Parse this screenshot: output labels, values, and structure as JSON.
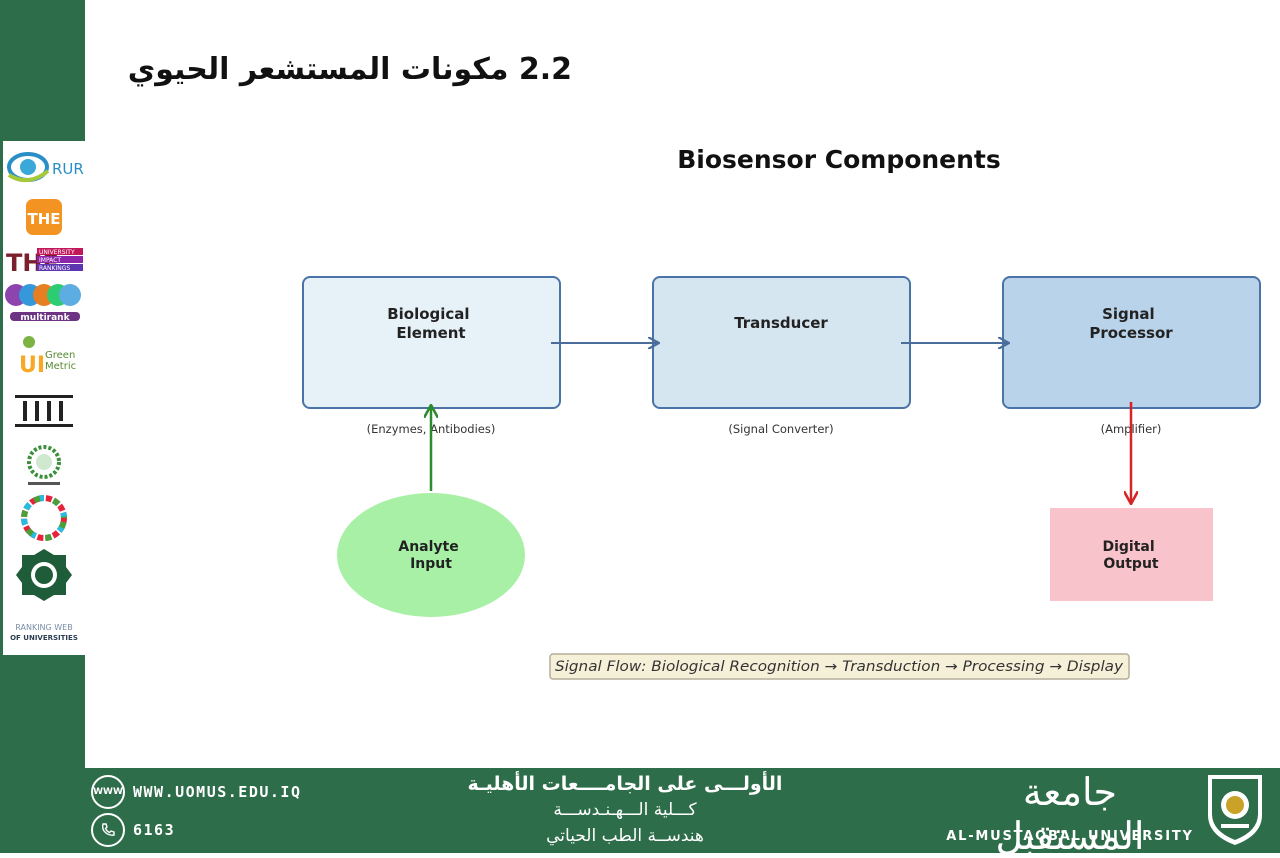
{
  "slide": {
    "heading": "2.2 مكونات المستشعر الحيوي"
  },
  "diagram": {
    "title": "Biosensor Components",
    "nodes": [
      {
        "id": "biological",
        "lines": [
          "Biological",
          "Element"
        ],
        "caption": "(Enzymes, Antibodies)",
        "fill": "#e7f2f8",
        "stroke": "#4a73a8"
      },
      {
        "id": "transducer",
        "lines": [
          "Transducer"
        ],
        "caption": "(Signal Converter)",
        "fill": "#d5e6f1",
        "stroke": "#4a73a8"
      },
      {
        "id": "processor",
        "lines": [
          "Signal",
          "Processor"
        ],
        "caption": "(Amplifier)",
        "fill": "#b9d3ea",
        "stroke": "#4a73a8"
      },
      {
        "id": "analyte",
        "lines": [
          "Analyte",
          "Input"
        ],
        "fill": "#a8f0a5"
      },
      {
        "id": "output",
        "lines": [
          "Digital",
          "Output"
        ],
        "fill": "#f8c3cb"
      }
    ],
    "flow_note": "Signal Flow: Biological Recognition → Transduction → Processing → Display",
    "colors": {
      "flow_arrow": "#4a6d9c",
      "input_arrow": "#2e8b2e",
      "output_arrow": "#d62424",
      "note_fill": "#f7f0d9",
      "note_stroke": "#b4ad9a"
    }
  },
  "sidebar": {
    "logos": [
      {
        "icon": "rur-logo-icon",
        "text": "RUR"
      },
      {
        "icon": "the-logo-icon",
        "text": "THE"
      },
      {
        "icon": "the-impact-logo-icon",
        "text": "THE",
        "lines": [
          "UNIVERSITY",
          "IMPACT",
          "RANKINGS"
        ]
      },
      {
        "icon": "multirank-logo-icon",
        "text": "multirank"
      },
      {
        "icon": "ui-greenmetric-logo-icon",
        "text": "UI",
        "lines": [
          "Green",
          "Metric"
        ]
      },
      {
        "icon": "institution-columns-icon"
      },
      {
        "icon": "arab-universities-logo-icon"
      },
      {
        "icon": "sdg-goals-logo-icon"
      },
      {
        "icon": "arab-engineers-federation-logo-icon"
      },
      {
        "icon": "webometrics-logo-icon",
        "lines": [
          "RANKING WEB",
          "OF UNIVERSITIES"
        ]
      }
    ]
  },
  "footer": {
    "website": "WWW.UOMUS.EDU.IQ",
    "phone": "6163",
    "website_icon_label": "WWW",
    "tagline": "الأولـــى على الجامــــعات الأهليـة",
    "college": "كـــلية الـــهـنـدســـة",
    "department": "هندســة الطب الحياتي",
    "university_ar": "جامعة المستقبل",
    "university_en": "AL-MUSTAQBAL UNIVERSITY"
  }
}
